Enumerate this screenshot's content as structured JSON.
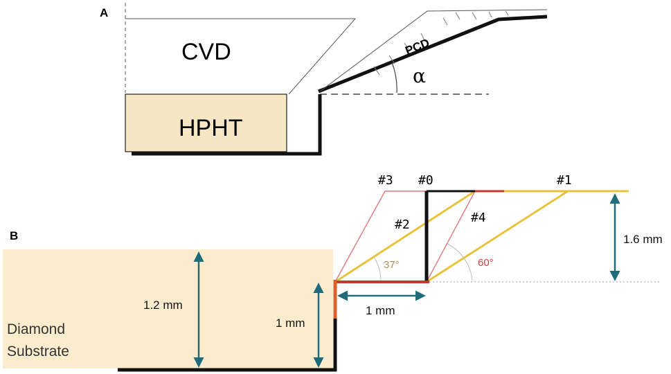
{
  "panel_a": {
    "label": "A",
    "cvd_label": "CVD",
    "hpht_label": "HPHT",
    "pcd_label": "PCD",
    "alpha_label": "α"
  },
  "panel_b": {
    "label": "B",
    "substrate_line1": "Diamond",
    "substrate_line2": "Substrate",
    "dim_substrate_height": "1.2 mm",
    "dim_step_height": "1 mm",
    "dim_step_width": "1 mm",
    "dim_total_height": "1.6 mm",
    "sample_0": "#0",
    "sample_1": "#1",
    "sample_2": "#2",
    "sample_3": "#3",
    "sample_4": "#4",
    "angle_yellow": "37°",
    "angle_red": "60°"
  },
  "colors": {
    "hpht_fill": "#f7e6c3",
    "substrate_fill": "#faeccd",
    "yellow_line": "#e8c23a",
    "red_line": "#e07a7a",
    "dark_red_line": "#c0392b",
    "orange_line": "#d9622b",
    "teal_arrow": "#1f6b7a",
    "angle_yellow_text": "#b08d57",
    "angle_red_text": "#d04040"
  }
}
